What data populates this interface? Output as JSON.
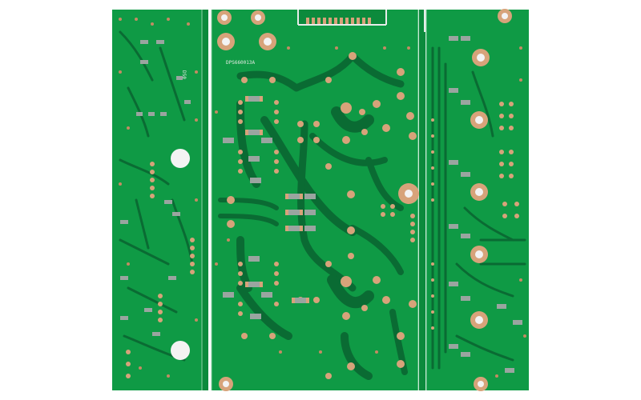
{
  "photo": {
    "subject": "printed-circuit-board",
    "colors": {
      "background": "#ffffff",
      "board": "#0f9a45",
      "board_edge": "#0c8a3c",
      "trace": "#0a6b33",
      "trace_light": "#13a64c",
      "pad": "#d7a37a",
      "pad_dark": "#c48b63",
      "hole": "#f3f3f3",
      "smd": "#9aa5a0"
    },
    "silkscreen_text": "DPS660013A",
    "board_marking_text": "DS0"
  }
}
